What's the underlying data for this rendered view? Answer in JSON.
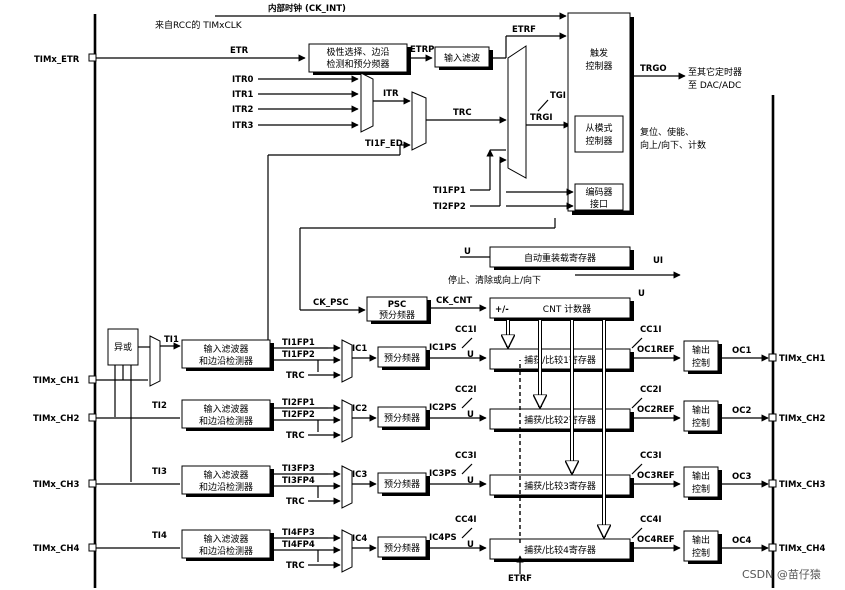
{
  "pins": {
    "etr": "TIMx_ETR",
    "ch1_in": "TIMx_CH1",
    "ch2_in": "TIMx_CH2",
    "ch3_in": "TIMx_CH3",
    "ch4_in": "TIMx_CH4",
    "ch1_out": "TIMx_CH1",
    "ch2_out": "TIMx_CH2",
    "ch3_out": "TIMx_CH3",
    "ch4_out": "TIMx_CH4"
  },
  "clock": {
    "internal": "内部时钟 (CK_INT)",
    "from_rcc": "来自RCC的 TIMxCLK"
  },
  "etr_path": {
    "etr": "ETR",
    "block1_line1": "极性选择、边沿",
    "block1_line2": "检测和预分频器",
    "etrp": "ETRP",
    "filter": "输入滤波",
    "etrf": "ETRF"
  },
  "itr": [
    "ITR0",
    "ITR1",
    "ITR2",
    "ITR3"
  ],
  "signals": {
    "itr": "ITR",
    "trc": "TRC",
    "ti1f_ed": "TI1F_ED",
    "tgi": "TGI",
    "trgi": "TRGI",
    "trgo": "TRGO",
    "ti1fp1": "TI1FP1",
    "ti2fp2": "TI2FP2",
    "ck_psc": "CK_PSC",
    "ck_cnt": "CK_CNT",
    "u_upper": "U",
    "ui": "UI",
    "etrf_bottom": "ETRF"
  },
  "controllers": {
    "trigger_line1": "触发",
    "trigger_line2": "控制器",
    "slave_line1": "从模式",
    "slave_line2": "控制器",
    "encoder_line1": "编码器",
    "encoder_line2": "接口",
    "trgo_dest_line1": "至其它定时器",
    "trgo_dest_line2": "至 DAC/ADC",
    "slave_out_line1": "复位、使能、",
    "slave_out_line2": "向上/向下、计数"
  },
  "counter": {
    "auto_reload": "自动重装载寄存器",
    "stop_clear": "停止、清除或向上/向下",
    "psc_line1": "PSC",
    "psc_line2": "预分频器",
    "cnt_pm": "+/-",
    "cnt_label": "CNT 计数器"
  },
  "xor_label": "异或",
  "channels": [
    {
      "ti": "TI1",
      "filter1": "输入滤波器",
      "filter2": "和边沿检测器",
      "fpa": "TI1FP1",
      "fpb": "TI1FP2",
      "trc": "TRC",
      "ic": "IC1",
      "presc": "预分频器",
      "icps": "IC1PS",
      "cci": "CC1I",
      "reg": "捕获/比较1寄存器",
      "cci2": "CC1I",
      "ocref": "OC1REF",
      "out1": "输出",
      "out2": "控制",
      "oc": "OC1",
      "u": "U"
    },
    {
      "ti": "TI2",
      "filter1": "输入滤波器",
      "filter2": "和边沿检测器",
      "fpa": "TI2FP1",
      "fpb": "TI2FP2",
      "trc": "TRC",
      "ic": "IC2",
      "presc": "预分频器",
      "icps": "IC2PS",
      "cci": "CC2I",
      "reg": "捕获/比较2寄存器",
      "cci2": "CC2I",
      "ocref": "OC2REF",
      "out1": "输出",
      "out2": "控制",
      "oc": "OC2",
      "u": "U"
    },
    {
      "ti": "TI3",
      "filter1": "输入滤波器",
      "filter2": "和边沿检测器",
      "fpa": "TI3FP3",
      "fpb": "TI3FP4",
      "trc": "TRC",
      "ic": "IC3",
      "presc": "预分频器",
      "icps": "IC3PS",
      "cci": "CC3I",
      "reg": "捕获/比较3寄存器",
      "cci2": "CC3I",
      "ocref": "OC3REF",
      "out1": "输出",
      "out2": "控制",
      "oc": "OC3",
      "u": "U"
    },
    {
      "ti": "TI4",
      "filter1": "输入滤波器",
      "filter2": "和边沿检测器",
      "fpa": "TI4FP3",
      "fpb": "TI4FP4",
      "trc": "TRC",
      "ic": "IC4",
      "presc": "预分频器",
      "icps": "IC4PS",
      "cci": "CC4I",
      "reg": "捕获/比较4寄存器",
      "cci2": "CC4I",
      "ocref": "OC4REF",
      "out1": "输出",
      "out2": "控制",
      "oc": "OC4",
      "u": "U"
    }
  ],
  "watermark": "CSDN @苗仔猿"
}
